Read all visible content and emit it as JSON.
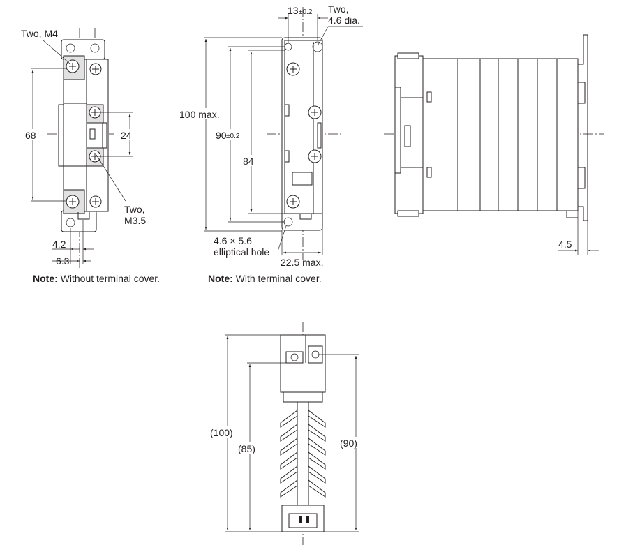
{
  "labels": {
    "two_m4": "Two, M4",
    "dim_68": "68",
    "dim_24": "24",
    "two_m35_line1": "Two,",
    "two_m35_line2": "M3.5",
    "dim_4_2": "4.2",
    "dim_6_3": "6.3",
    "dim_13": "13",
    "tol_02_a": "±0.2",
    "two_46_line1": "Two,",
    "two_46_line2": "4.6 dia.",
    "dim_100max": "100 max.",
    "dim_90": "90",
    "tol_02_b": "±0.2",
    "dim_84": "84",
    "elliptical_line1": "4.6 × 5.6",
    "elliptical_line2": "elliptical hole",
    "dim_22_5max": "22.5 max.",
    "dim_4_5": "4.5",
    "dim_100_ref": "(100)",
    "dim_85_ref": "(85)",
    "dim_90_ref": "(90)"
  },
  "notes": {
    "note1_label": "Note:",
    "note1_text": " Without terminal cover.",
    "note2_label": "Note:",
    "note2_text": " With terminal cover."
  }
}
